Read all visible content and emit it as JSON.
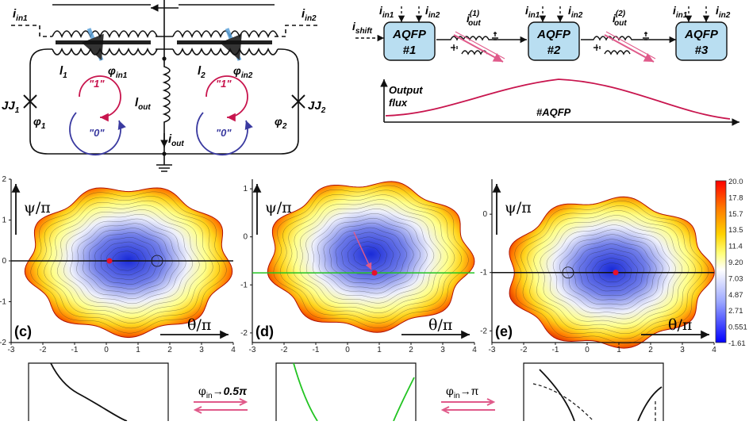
{
  "circuit": {
    "i_in1": "i",
    "i_in1_sub": "in1",
    "i_in2": "i",
    "i_in2_sub": "in2",
    "l1": "l",
    "l1_sub": "1",
    "l2": "l",
    "l2_sub": "2",
    "phi_in1": "φ",
    "phi_in1_sub": "in1",
    "phi_in2": "φ",
    "phi_in2_sub": "in2",
    "jj1": "JJ",
    "jj1_sub": "1",
    "jj2": "JJ",
    "jj2_sub": "2",
    "phi1": "φ",
    "phi1_sub": "1",
    "phi2": "φ",
    "phi2_sub": "2",
    "l_out": "l",
    "l_out_sub": "out",
    "i_out": "i",
    "i_out_sub": "out",
    "state_one": "\"1\"",
    "state_zero": "\"0\"",
    "colors": {
      "state_one": "#c8154e",
      "state_zero": "#3a3aa0",
      "flux_arrow": "#5aa0d8"
    }
  },
  "chain": {
    "i_shift": "i",
    "i_shift_sub": "shift",
    "in_label": "i",
    "in1_sub": "in1",
    "in2_sub": "in2",
    "blocks": [
      {
        "title": "AQFP",
        "num": "#1"
      },
      {
        "title": "AQFP",
        "num": "#2"
      },
      {
        "title": "AQFP",
        "num": "#3"
      }
    ],
    "iout1": "i",
    "iout1_sub": "out",
    "iout1_sup": "(1)",
    "iout2": "i",
    "iout2_sub": "out",
    "iout2_sup": "(2)",
    "output_label_1": "Output",
    "output_label_2": "flux",
    "x_label": "#AQFP",
    "colors": {
      "block": "#b9def1",
      "curve": "#c8154e",
      "pulse": "#e87aa0"
    }
  },
  "colorbar": {
    "ticks": [
      "20.0",
      "17.8",
      "15.7",
      "13.5",
      "11.4",
      "9.20",
      "7.03",
      "4.87",
      "2.71",
      "0.551",
      "-1.61"
    ],
    "colors": [
      "#ff0000",
      "#ff7a00",
      "#ffd200",
      "#ffff7a",
      "#ffffff",
      "#9aa6ff",
      "#0000ff"
    ]
  },
  "plots": [
    {
      "tag": "(c)",
      "ylabel": "ψ/π",
      "xlabel": "θ/π",
      "xticks": [
        "-3",
        "-2",
        "-1",
        "0",
        "1",
        "2",
        "3",
        "4"
      ],
      "yticks": [
        "2",
        "1",
        "0",
        "-1",
        "-2"
      ]
    },
    {
      "tag": "(d)",
      "ylabel": "ψ/π",
      "xlabel": "θ/π",
      "xticks": [
        "-3",
        "-2",
        "-1",
        "0",
        "1",
        "2",
        "3",
        "4"
      ],
      "yticks": [
        "1",
        "0",
        "-1",
        "-2"
      ]
    },
    {
      "tag": "(e)",
      "ylabel": "ψ/π",
      "xlabel": "θ/π",
      "xticks": [
        "-3",
        "-2",
        "-1",
        "0",
        "1",
        "2",
        "3",
        "4"
      ],
      "yticks": [
        "0",
        "-1",
        "-2"
      ]
    }
  ],
  "transitions": [
    {
      "phi": "φ",
      "sub": "in",
      "arrow": "→0.5π"
    },
    {
      "phi": "φ",
      "sub": "in",
      "arrow": "→π"
    }
  ]
}
